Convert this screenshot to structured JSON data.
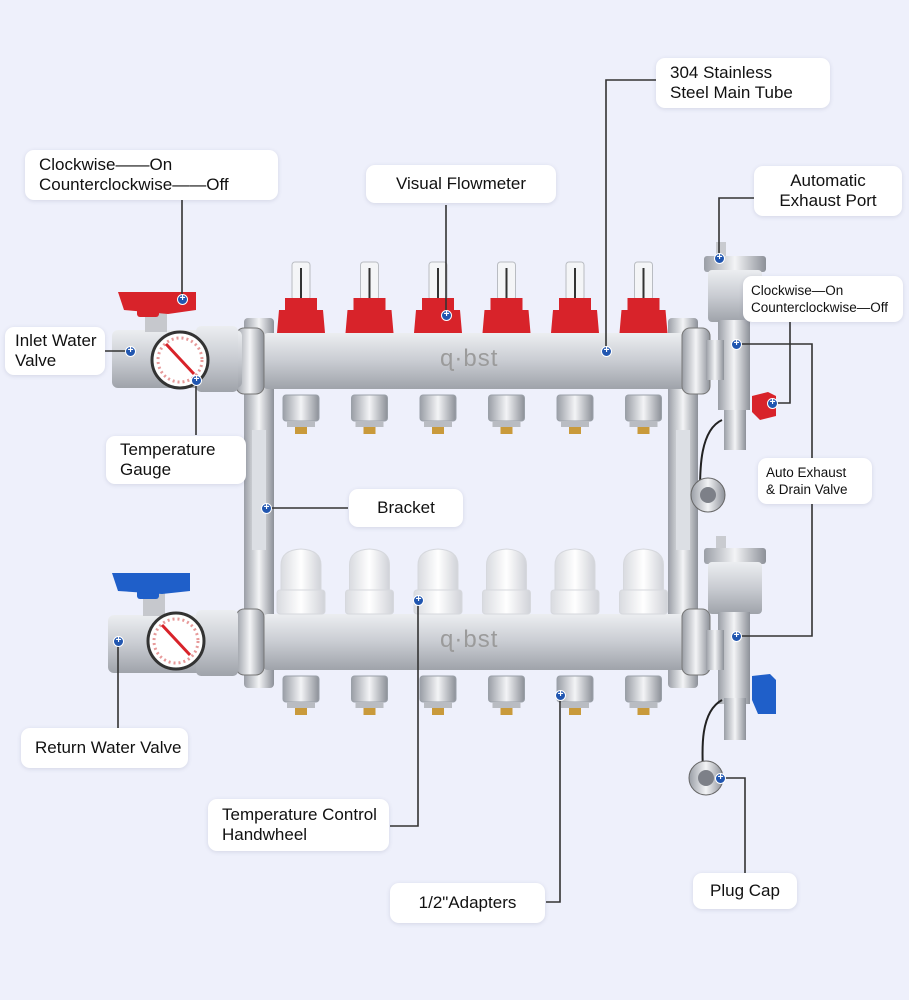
{
  "brand": "ɋ·bst",
  "colors": {
    "background": "#eef0fb",
    "marker": "#2156b0",
    "inlet_handle": "#d8232a",
    "return_handle": "#1f5fc9",
    "steel": "#cfd1d6"
  },
  "labels": {
    "valve_rotation_left": [
      "Clockwise——On",
      "Counterclockwise——Off"
    ],
    "visual_flowmeter": "Visual Flowmeter",
    "main_tube": [
      "304 Stainless",
      "Steel Main Tube"
    ],
    "exhaust_port": [
      "Automatic",
      "Exhaust Port"
    ],
    "valve_rotation_right": [
      "Clockwise—On",
      "Counterclockwise—Off"
    ],
    "inlet_valve": [
      "Inlet Water",
      "Valve"
    ],
    "temperature_gauge": [
      "Temperature",
      "Gauge"
    ],
    "auto_exhaust_drain": [
      "Auto Exhaust",
      "& Drain Valve"
    ],
    "bracket": "Bracket",
    "return_valve": "Return Water Valve",
    "temperature_handwheel": [
      "Temperature Control",
      "Handwheel"
    ],
    "adapters": "1/2\"Adapters",
    "plug_cap": "Plug Cap"
  },
  "marker_glyph": "+",
  "outlet_count": 6
}
